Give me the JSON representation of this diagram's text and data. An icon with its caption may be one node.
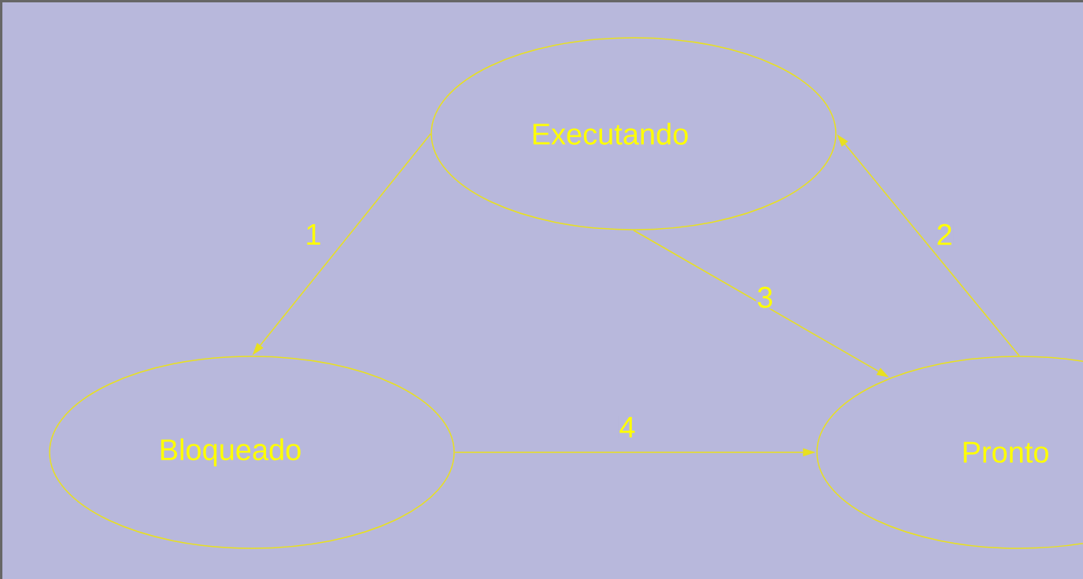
{
  "diagram": {
    "nodes": [
      {
        "text": [
          "Executando"
        ]
      },
      {
        "text": [
          "Bloqueado"
        ]
      },
      {
        "text": [
          "Pronto"
        ]
      }
    ],
    "edges": [
      {
        "from": 0,
        "to": 1,
        "arrow": "to",
        "label": "1"
      },
      {
        "from": 2,
        "to": 0,
        "arrow": "to",
        "label": "2"
      },
      {
        "from": 0,
        "to": 2,
        "arrow": "to",
        "label": "3"
      },
      {
        "from": 1,
        "to": 2,
        "arrow": "to",
        "label": "4"
      }
    ]
  }
}
